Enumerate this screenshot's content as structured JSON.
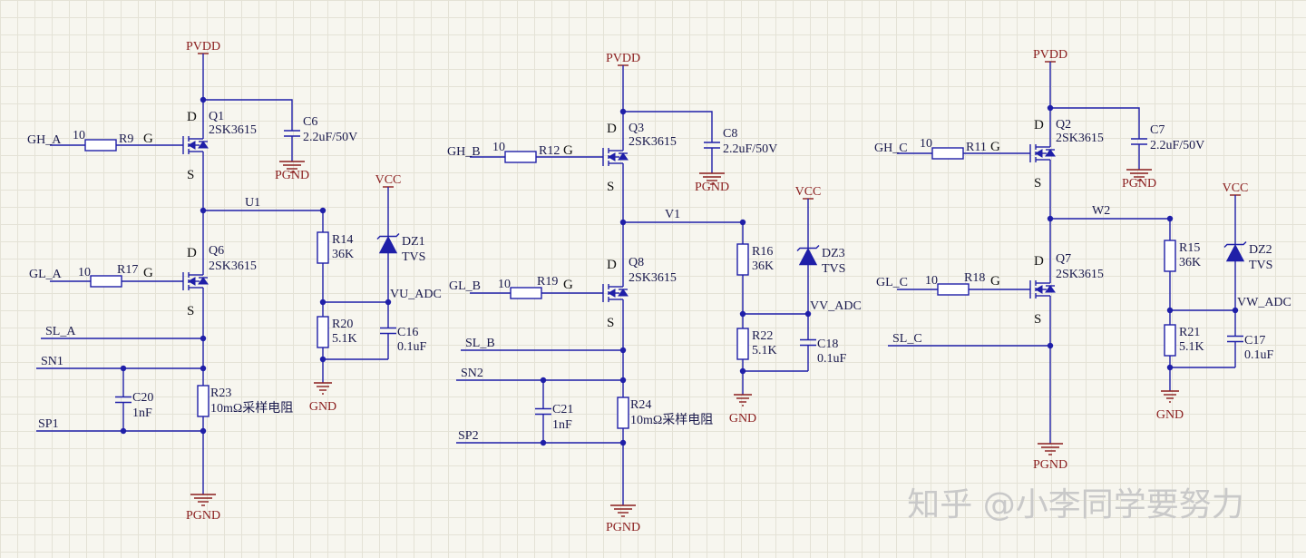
{
  "power": {
    "pvdd": "PVDD",
    "pgnd": "PGND",
    "vcc": "VCC",
    "gnd": "GND"
  },
  "pins": {
    "d": "D",
    "g": "G",
    "s": "S"
  },
  "common": {
    "gate_resistor_value": "10",
    "mosfet_part": "2SK3615",
    "bulk_cap_value": "2.2uF/50V",
    "divider_top_value": "36K",
    "divider_bottom_value": "5.1K",
    "adc_cap_value": "0.1uF",
    "tvs_value": "TVS",
    "shunt_cap_value": "1nF",
    "shunt_value": "10mΩ采样电阻"
  },
  "phases": [
    {
      "gh_net": "GH_A",
      "gh_res": "R9",
      "q_high": "Q1",
      "bulk_cap": "C6",
      "gl_net": "GL_A",
      "gl_res": "R17",
      "q_low": "Q6",
      "out_net": "U1",
      "div_top": "R14",
      "div_bottom": "R20",
      "adc_cap": "C16",
      "tvs": "DZ1",
      "adc_net": "VU_ADC",
      "sl_net": "SL_A",
      "sn_net": "SN1",
      "sp_net": "SP1",
      "shunt_cap": "C20",
      "shunt_res": "R23"
    },
    {
      "gh_net": "GH_B",
      "gh_res": "R12",
      "q_high": "Q3",
      "bulk_cap": "C8",
      "gl_net": "GL_B",
      "gl_res": "R19",
      "q_low": "Q8",
      "out_net": "V1",
      "div_top": "R16",
      "div_bottom": "R22",
      "adc_cap": "C18",
      "tvs": "DZ3",
      "adc_net": "VV_ADC",
      "sl_net": "SL_B",
      "sn_net": "SN2",
      "sp_net": "SP2",
      "shunt_cap": "C21",
      "shunt_res": "R24"
    },
    {
      "gh_net": "GH_C",
      "gh_res": "R11",
      "q_high": "Q2",
      "bulk_cap": "C7",
      "gl_net": "GL_C",
      "gl_res": "R18",
      "q_low": "Q7",
      "out_net": "W2",
      "div_top": "R15",
      "div_bottom": "R21",
      "adc_cap": "C17",
      "tvs": "DZ2",
      "adc_net": "VW_ADC",
      "sl_net": "SL_C"
    }
  ],
  "watermark": "知乎 @小李同学要努力"
}
